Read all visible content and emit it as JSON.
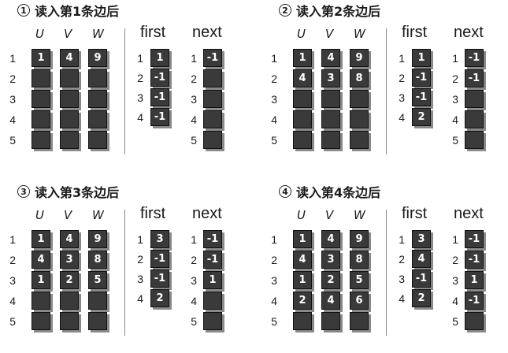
{
  "row_numbers": [
    "1",
    "2",
    "3",
    "4",
    "5"
  ],
  "headers": {
    "u": "U",
    "v": "V",
    "w": "W",
    "first": "first",
    "next": "next"
  },
  "panels": [
    {
      "num": "1",
      "title": "读入第1条边后",
      "u": [
        "1",
        "",
        "",
        "",
        ""
      ],
      "v": [
        "4",
        "",
        "",
        "",
        ""
      ],
      "w": [
        "9",
        "",
        "",
        "",
        ""
      ],
      "first": [
        "1",
        "-1",
        "-1",
        "-1"
      ],
      "next": [
        "-1",
        "",
        "",
        "",
        ""
      ]
    },
    {
      "num": "2",
      "title": "读入第2条边后",
      "u": [
        "1",
        "4",
        "",
        "",
        ""
      ],
      "v": [
        "4",
        "3",
        "",
        "",
        ""
      ],
      "w": [
        "9",
        "8",
        "",
        "",
        ""
      ],
      "first": [
        "1",
        "-1",
        "-1",
        "2"
      ],
      "next": [
        "-1",
        "-1",
        "",
        "",
        ""
      ]
    },
    {
      "num": "3",
      "title": "读入第3条边后",
      "u": [
        "1",
        "4",
        "1",
        "",
        ""
      ],
      "v": [
        "4",
        "3",
        "2",
        "",
        ""
      ],
      "w": [
        "9",
        "8",
        "5",
        "",
        ""
      ],
      "first": [
        "3",
        "-1",
        "-1",
        "2"
      ],
      "next": [
        "-1",
        "-1",
        "1",
        "",
        ""
      ]
    },
    {
      "num": "4",
      "title": "读入第4条边后",
      "u": [
        "1",
        "4",
        "1",
        "2",
        ""
      ],
      "v": [
        "4",
        "3",
        "2",
        "4",
        ""
      ],
      "w": [
        "9",
        "8",
        "5",
        "6",
        ""
      ],
      "first": [
        "3",
        "4",
        "-1",
        "2"
      ],
      "next": [
        "-1",
        "-1",
        "1",
        "-1",
        ""
      ]
    }
  ]
}
